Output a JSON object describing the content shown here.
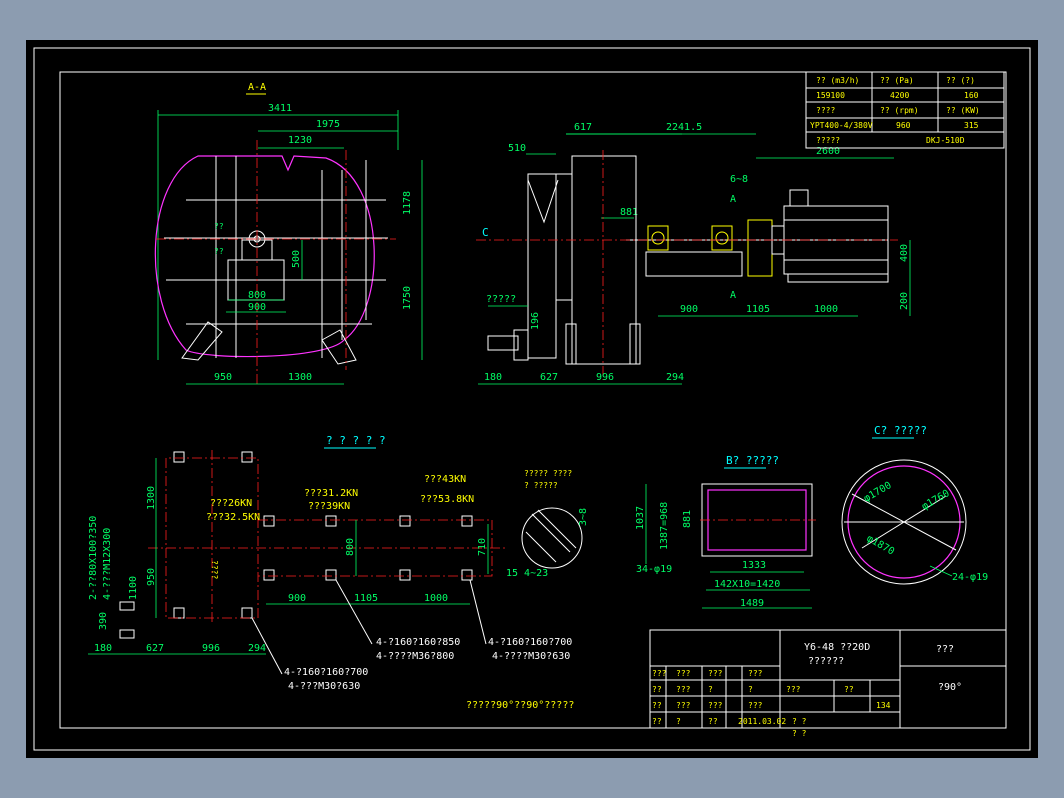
{
  "colors": {
    "background": "#000000",
    "frame": "#ffffff",
    "dimension": "#00ff66",
    "center": "#ff2020",
    "outline": "#ff33ff",
    "accent": "#ffff00"
  },
  "sections": {
    "aa": "A-A",
    "foundation": "? ? ? ? ?",
    "b": "B? ?????",
    "c": "C? ?????",
    "bottom_note": "?????90°??90°?????"
  },
  "params": {
    "header": [
      "??   (m3/h)",
      "??   (Pa)",
      "??   (?)"
    ],
    "row1": [
      "159100",
      "4200",
      "160"
    ],
    "row2": [
      "????",
      "??   (rpm)",
      "??   (KW)"
    ],
    "row3": [
      "YPT400-4/380V",
      "960",
      "315"
    ],
    "row4": [
      "?????",
      "DKJ-510D"
    ]
  },
  "dims_aa": [
    "3411",
    "1975",
    "1230",
    "500",
    "800",
    "900",
    "1178",
    "1750",
    "950",
    "1300",
    "??",
    "??"
  ],
  "dims_side": [
    "617",
    "2241.5",
    "510",
    "881",
    "6~8",
    "A",
    "2600",
    "C",
    "400",
    "200",
    "A",
    "900",
    "1105",
    "1000",
    "196",
    "?????",
    "180",
    "627",
    "996",
    "294"
  ],
  "foundation_labels": {
    "d1300": "1300",
    "d1100": "1100",
    "d950": "950",
    "d390": "390",
    "d180": "180",
    "d627": "627",
    "d996": "996",
    "d294": "294",
    "d900": "900",
    "d1105": "1105",
    "d1000": "1000",
    "d800": "800",
    "d710": "710",
    "left_vert_1": "2-??80X100?350",
    "left_vert_2": "4-???M12X300",
    "l26": "???26KN",
    "l325": "???32.5KN",
    "l312": "???31.2KN",
    "l39": "???39KN",
    "l43": "???43KN",
    "l538": "???53.8KN",
    "mid_vert": "????",
    "b1a": "4-?160?160?850",
    "b1b": "4-????M36?800",
    "b2a": "4-?160?160?700",
    "b2b": "4-????M30?630",
    "b3a": "4-?160?160?700",
    "b3b": "4-???M30?630"
  },
  "weld": {
    "note1": "?????  ????",
    "note2": "?  ?????",
    "d38": "3~8",
    "d1523": "15 4~23"
  },
  "b_view": {
    "d1037": "1037",
    "d1387": "1387=968",
    "d881": "881",
    "d3419": "34-φ19",
    "d1333": "1333",
    "d1420": "142X10=1420",
    "d1489": "1489"
  },
  "c_view": {
    "d1700": "φ1700",
    "d1760": "φ1760",
    "d1870": "φ1870",
    "d2419": "24-φ19"
  },
  "title_block": {
    "model": "Y6-48 ??20D",
    "name": "??????",
    "company": "???",
    "angle": "?90°",
    "r1": [
      "???",
      "???",
      "???",
      "???"
    ],
    "r2": [
      "??",
      "???",
      "?",
      "?"
    ],
    "r3": [
      "??",
      "???",
      "???",
      "???"
    ],
    "r4": [
      "??",
      "?",
      "??",
      "2011.03.02"
    ],
    "sheet": "???",
    "mark": "??",
    "page": "134",
    "p1": "?   ?",
    "p2": "?   ?"
  }
}
